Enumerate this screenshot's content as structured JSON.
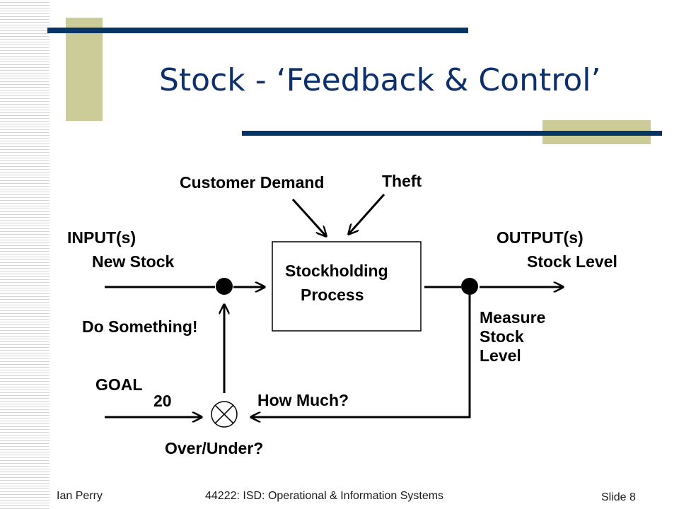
{
  "slide": {
    "title": "Stock - ‘Feedback & Control’"
  },
  "diagram": {
    "customer_demand": "Customer Demand",
    "theft": "Theft",
    "input_heading": "INPUT(s)",
    "input_item": "New Stock",
    "process_line1": "Stockholding",
    "process_line2": "Process",
    "output_heading": "OUTPUT(s)",
    "output_item": "Stock Level",
    "measure_line1": "Measure",
    "measure_line2": "Stock",
    "measure_line3": "Level",
    "do_something": "Do Something!",
    "goal_label": "GOAL",
    "goal_value": "20",
    "how_much": "How Much?",
    "over_under": "Over/Under?"
  },
  "footer": {
    "author": "Ian Perry",
    "course": "44222: ISD: Operational & Information Systems",
    "slide_number": "Slide 8"
  },
  "colors": {
    "title": "#0d2f6c",
    "navy_bar": "#063465",
    "tan_accent": "#cccc99"
  }
}
